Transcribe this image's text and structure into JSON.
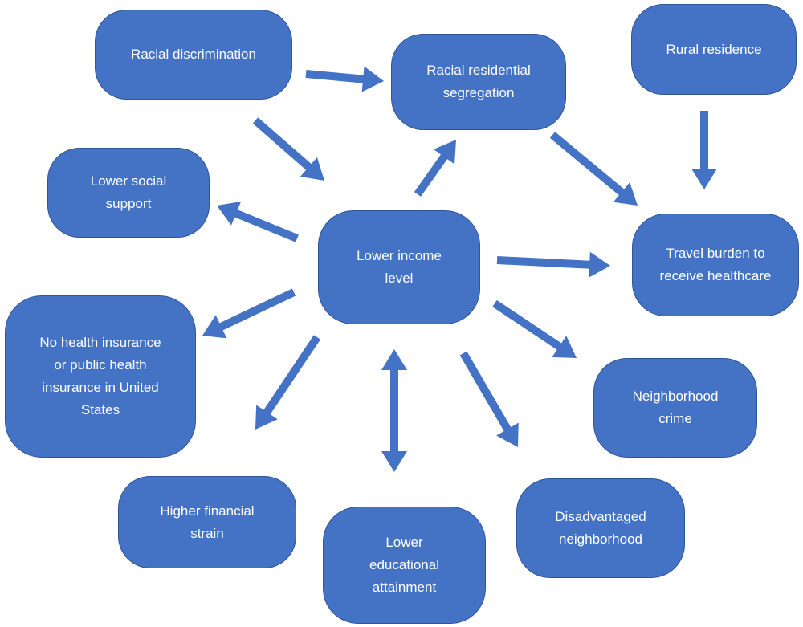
{
  "diagram": {
    "accent_color": "#4472c4",
    "border_color": "#2f5597",
    "nodes": {
      "racial_discrimination": "Racial discrimination",
      "racial_segregation": "Racial residential\nsegregation",
      "rural_residence": "Rural residence",
      "lower_social_support": "Lower social\nsupport",
      "lower_income": "Lower income\nlevel",
      "travel_burden": "Travel burden to\nreceive healthcare",
      "no_health_insurance": "No health insurance\nor public health\ninsurance in United\nStates",
      "neighborhood_crime": "Neighborhood\ncrime",
      "higher_financial_strain": "Higher financial\nstrain",
      "lower_education": "Lower\neducational\nattainment",
      "disadvantaged_neighborhood": "Disadvantaged\nneighborhood"
    },
    "edges": [
      {
        "from": "racial_discrimination",
        "to": "racial_segregation",
        "direction": "forward"
      },
      {
        "from": "racial_discrimination",
        "to": "lower_income",
        "direction": "forward"
      },
      {
        "from": "lower_income",
        "to": "racial_segregation",
        "direction": "forward"
      },
      {
        "from": "racial_segregation",
        "to": "travel_burden",
        "direction": "forward"
      },
      {
        "from": "rural_residence",
        "to": "travel_burden",
        "direction": "forward"
      },
      {
        "from": "lower_income",
        "to": "lower_social_support",
        "direction": "forward"
      },
      {
        "from": "lower_income",
        "to": "travel_burden",
        "direction": "forward"
      },
      {
        "from": "lower_income",
        "to": "no_health_insurance",
        "direction": "forward"
      },
      {
        "from": "lower_income",
        "to": "neighborhood_crime",
        "direction": "forward"
      },
      {
        "from": "lower_income",
        "to": "higher_financial_strain",
        "direction": "forward"
      },
      {
        "from": "lower_income",
        "to": "lower_education",
        "direction": "both"
      },
      {
        "from": "lower_income",
        "to": "disadvantaged_neighborhood",
        "direction": "forward"
      }
    ]
  }
}
